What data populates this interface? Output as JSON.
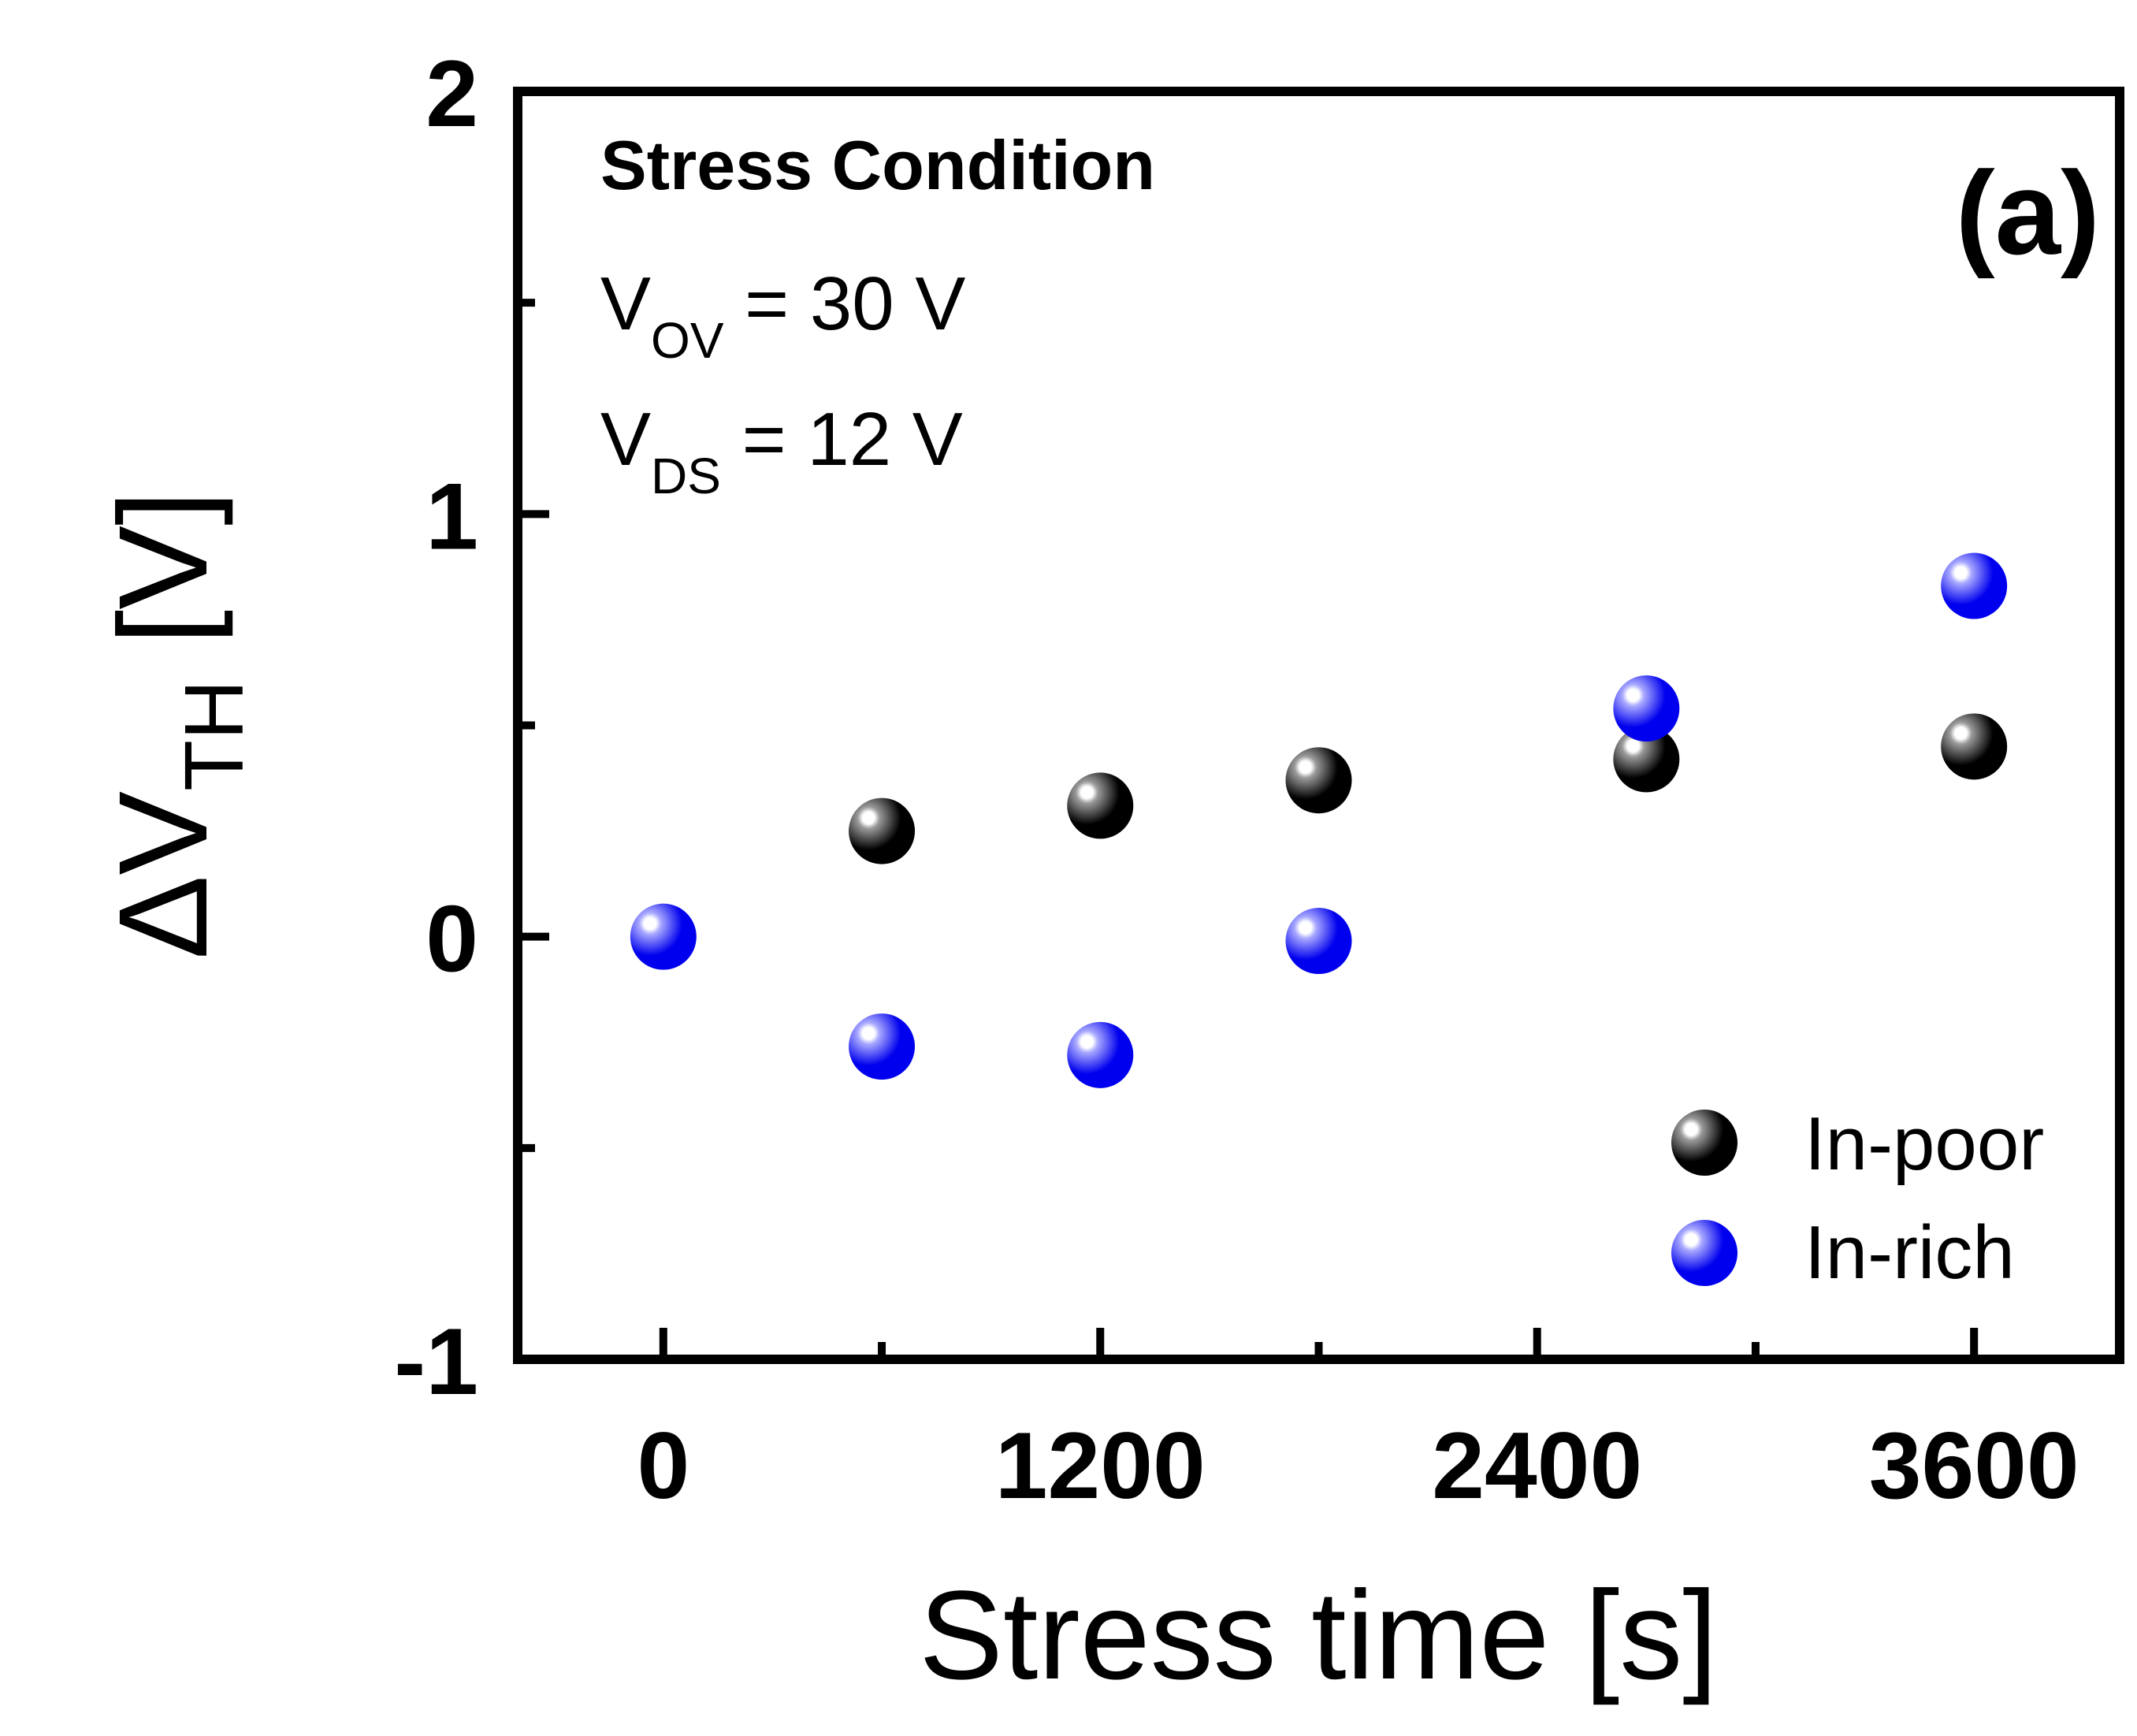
{
  "chart_data": {
    "type": "scatter",
    "xlabel": "Stress time [s]",
    "ylabel": {
      "prefix": "ΔV",
      "sub": "TH",
      "suffix": " [V]"
    },
    "xlim": [
      -400,
      4000
    ],
    "ylim": [
      -1,
      2
    ],
    "xticks": [
      0,
      1200,
      2400,
      3600
    ],
    "xtick_labels": [
      "0",
      "1200",
      "2400",
      "3600"
    ],
    "yticks": [
      -1,
      0,
      1,
      2
    ],
    "ytick_labels": [
      "-1",
      "0",
      "1",
      "2"
    ],
    "y_minor_ticks": [
      -0.5,
      0.5,
      1.5
    ],
    "x_minor_ticks": [
      600,
      1800,
      3000
    ],
    "panel_label": "(a)",
    "legend_position": "bottom-right",
    "annotations": {
      "title": "Stress Condition",
      "line1": {
        "main": "V",
        "sub": "OV",
        "rest": " = 30 V"
      },
      "line2": {
        "main": "V",
        "sub": "DS",
        "rest": " = 12 V"
      }
    },
    "series": [
      {
        "name": "In-poor",
        "color": "#000000",
        "highlight": "#9a9a9a",
        "x": [
          600,
          1200,
          1800,
          2700,
          3600
        ],
        "y": [
          0.25,
          0.31,
          0.37,
          0.42,
          0.45
        ]
      },
      {
        "name": "In-rich",
        "color": "#0000ee",
        "highlight": "#a8a8ff",
        "x": [
          0,
          600,
          1200,
          1800,
          2700,
          3600
        ],
        "y": [
          0.0,
          -0.26,
          -0.28,
          -0.01,
          0.54,
          0.83
        ]
      }
    ]
  }
}
